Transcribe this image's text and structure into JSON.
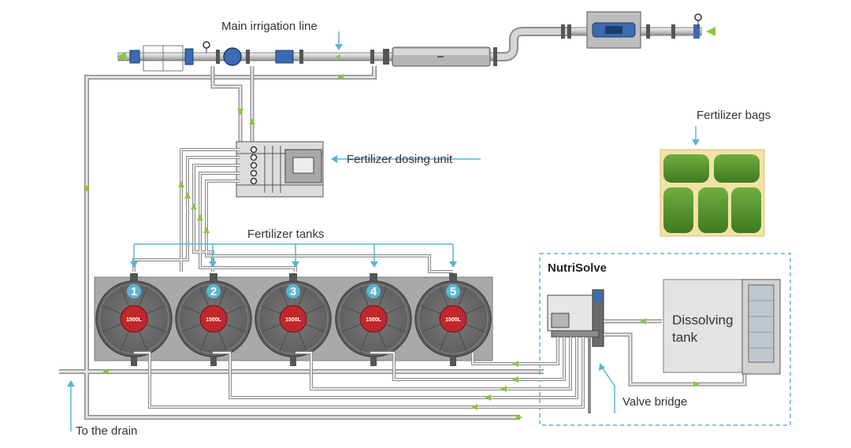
{
  "labels": {
    "main_line": "Main irrigation line",
    "dosing_unit": "Fertilizer dosing unit",
    "fertilizer_bags": "Fertilizer bags",
    "fertilizer_tanks": "Fertilizer tanks",
    "nutrisolve": "NutriSolve",
    "dissolving_tank_line1": "Dissolving",
    "dissolving_tank_line2": "tank",
    "valve_bridge": "Valve bridge",
    "drain": "To the drain"
  },
  "tanks": [
    {
      "number": "1",
      "capacity": "1500L"
    },
    {
      "number": "2",
      "capacity": "1500L"
    },
    {
      "number": "3",
      "capacity": "1500L"
    },
    {
      "number": "4",
      "capacity": "1500L"
    },
    {
      "number": "5",
      "capacity": "1500L"
    }
  ],
  "colors": {
    "callout": "#5ab4d6",
    "flow_arrow": "#8cc63f",
    "tank_body": "#8a8a8a",
    "tank_panel": "#a9a9a9",
    "tank_hub": "#c0272d",
    "badge": "#5ab4d6",
    "bag_green": "#4a8a2a",
    "bag_frame": "#f2e2a6",
    "pipe": "#c8c8c8"
  }
}
